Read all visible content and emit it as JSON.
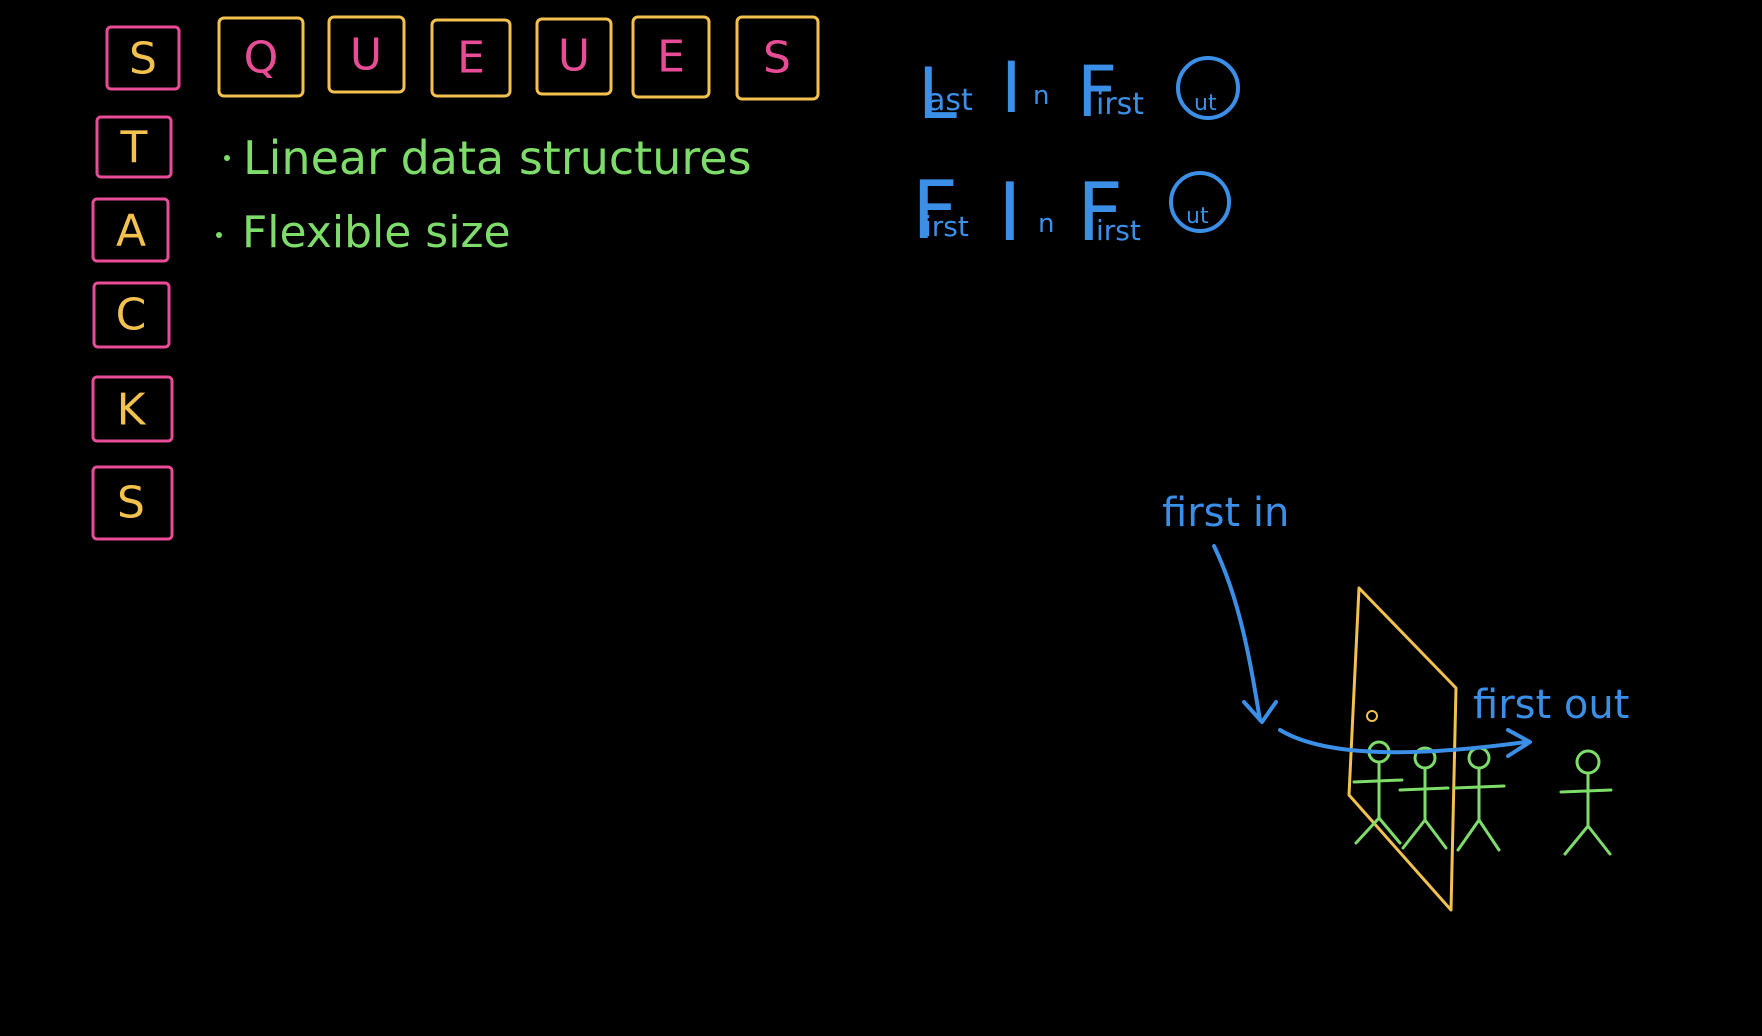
{
  "colors": {
    "background": "#000000",
    "pink": "#e84c97",
    "yellow": "#f2c14e",
    "green": "#7ddc6a",
    "blue": "#3b8fe6"
  },
  "stacks_letters": [
    "S",
    "T",
    "A",
    "C",
    "K",
    "S"
  ],
  "queues_letters": [
    "Q",
    "U",
    "E",
    "U",
    "E",
    "S"
  ],
  "bullets": [
    "Linear data structures",
    "Flexible size"
  ],
  "lifo": {
    "letters": [
      "L",
      "I",
      "F",
      "O"
    ],
    "suffixes": [
      "ast",
      "n",
      "irst",
      "ut"
    ]
  },
  "fifo": {
    "letters": [
      "F",
      "I",
      "F",
      "O"
    ],
    "suffixes": [
      "irst",
      "n",
      "irst",
      "ut"
    ]
  },
  "queue_drawing": {
    "first_in_label": "first in",
    "first_out_label": "first out"
  }
}
